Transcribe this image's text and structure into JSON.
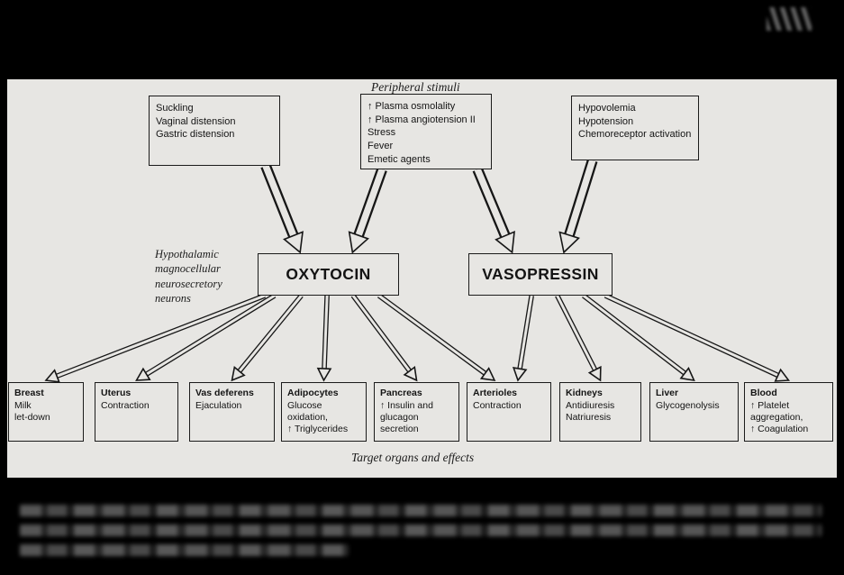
{
  "page": {
    "background": "#000000",
    "paper_color": "#e7e6e3",
    "ink_color": "#161616"
  },
  "diagram": {
    "peripheral_stimuli_label": "Peripheral stimuli",
    "neurons_label_lines": [
      "Hypothalamic",
      "magnocellular",
      "neurosecretory",
      "neurons"
    ],
    "target_organs_label": "Target organs and effects",
    "stimuli": [
      {
        "id": "s1",
        "lines": [
          "Suckling",
          "Vaginal distension",
          "Gastric distension"
        ]
      },
      {
        "id": "s2",
        "lines": [
          "↑ Plasma osmolality",
          "↑ Plasma angiotension II",
          "Stress",
          "Fever",
          "Emetic agents"
        ]
      },
      {
        "id": "s3",
        "lines": [
          "Hypovolemia",
          "Hypotension",
          "Chemoreceptor activation"
        ]
      }
    ],
    "hormones": [
      {
        "id": "oxytocin",
        "label": "OXYTOCIN"
      },
      {
        "id": "vasopressin",
        "label": "VASOPRESSIN"
      }
    ],
    "targets": [
      {
        "id": "t1",
        "organ": "Breast",
        "effects": [
          "Milk",
          "let-down"
        ]
      },
      {
        "id": "t2",
        "organ": "Uterus",
        "effects": [
          "Contraction"
        ]
      },
      {
        "id": "t3",
        "organ": "Vas deferens",
        "effects": [
          "Ejaculation"
        ]
      },
      {
        "id": "t4",
        "organ": "Adipocytes",
        "effects": [
          "Glucose",
          "oxidation,",
          "↑ Triglycerides"
        ]
      },
      {
        "id": "t5",
        "organ": "Pancreas",
        "effects": [
          "↑ Insulin and",
          "glucagon",
          "secretion"
        ]
      },
      {
        "id": "t6",
        "organ": "Arterioles",
        "effects": [
          "Contraction"
        ]
      },
      {
        "id": "t7",
        "organ": "Kidneys",
        "effects": [
          "Antidiuresis",
          "Natriuresis"
        ]
      },
      {
        "id": "t8",
        "organ": "Liver",
        "effects": [
          "Glycogenolysis"
        ]
      },
      {
        "id": "t9",
        "organ": "Blood",
        "effects": [
          "↑ Platelet",
          "aggregation,",
          "↑ Coagulation"
        ]
      }
    ],
    "edges": [
      {
        "from": "s1",
        "to": "oxytocin"
      },
      {
        "from": "s2",
        "to": "oxytocin"
      },
      {
        "from": "s2",
        "to": "vasopressin"
      },
      {
        "from": "s3",
        "to": "vasopressin"
      },
      {
        "from": "oxytocin",
        "to": "t1"
      },
      {
        "from": "oxytocin",
        "to": "t2"
      },
      {
        "from": "oxytocin",
        "to": "t3"
      },
      {
        "from": "oxytocin",
        "to": "t4"
      },
      {
        "from": "oxytocin",
        "to": "t5"
      },
      {
        "from": "oxytocin",
        "to": "t6"
      },
      {
        "from": "vasopressin",
        "to": "t6"
      },
      {
        "from": "vasopressin",
        "to": "t7"
      },
      {
        "from": "vasopressin",
        "to": "t8"
      },
      {
        "from": "vasopressin",
        "to": "t9"
      }
    ]
  }
}
